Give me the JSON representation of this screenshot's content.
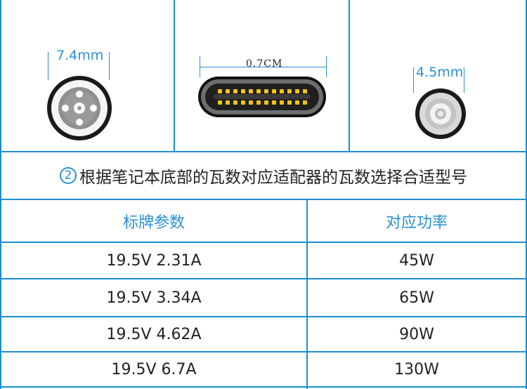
{
  "connectors": {
    "round_large": {
      "diameter_label": "7.4mm"
    },
    "usb_c": {
      "width_label": "0.7CM"
    },
    "round_small": {
      "diameter_label": "4.5mm"
    }
  },
  "notice": {
    "number": "2",
    "text": "根据笔记本底部的瓦数对应适配器的瓦数选择合适型号"
  },
  "table": {
    "headers": [
      "标牌参数",
      "对应功率"
    ],
    "rows": [
      [
        "19.5V 2.31A",
        "45W"
      ],
      [
        "19.5V 3.34A",
        "65W"
      ],
      [
        "19.5V 4.62A",
        "90W"
      ],
      [
        "19.5V 6.7A",
        "130W"
      ]
    ]
  },
  "colors": {
    "accent": "#1a8fd0",
    "text": "#222222"
  }
}
